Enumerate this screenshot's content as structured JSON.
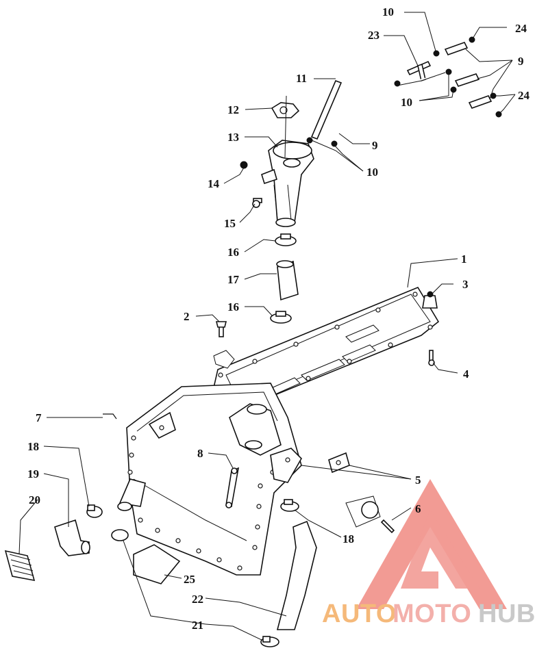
{
  "callouts": {
    "c1": "1",
    "c2": "2",
    "c3": "3",
    "c4": "4",
    "c5": "5",
    "c6": "6",
    "c7": "7",
    "c8": "8",
    "c9a": "9",
    "c9b": "9",
    "c10a": "10",
    "c10b": "10",
    "c10c": "10",
    "c11": "11",
    "c12": "12",
    "c13": "13",
    "c14": "14",
    "c15": "15",
    "c16a": "16",
    "c16b": "16",
    "c17": "17",
    "c18a": "18",
    "c18b": "18",
    "c19": "19",
    "c20": "20",
    "c21": "21",
    "c22": "22",
    "c23": "23",
    "c24a": "24",
    "c24b": "24",
    "c25": "25"
  },
  "watermark": {
    "part1": "AUTO",
    "part2": "MOTO",
    "part3": "HUB",
    "color1": "#f5b97a",
    "color2": "#f3b0ab",
    "color3": "#c9c9c9",
    "logo_color": "#f08a82"
  }
}
